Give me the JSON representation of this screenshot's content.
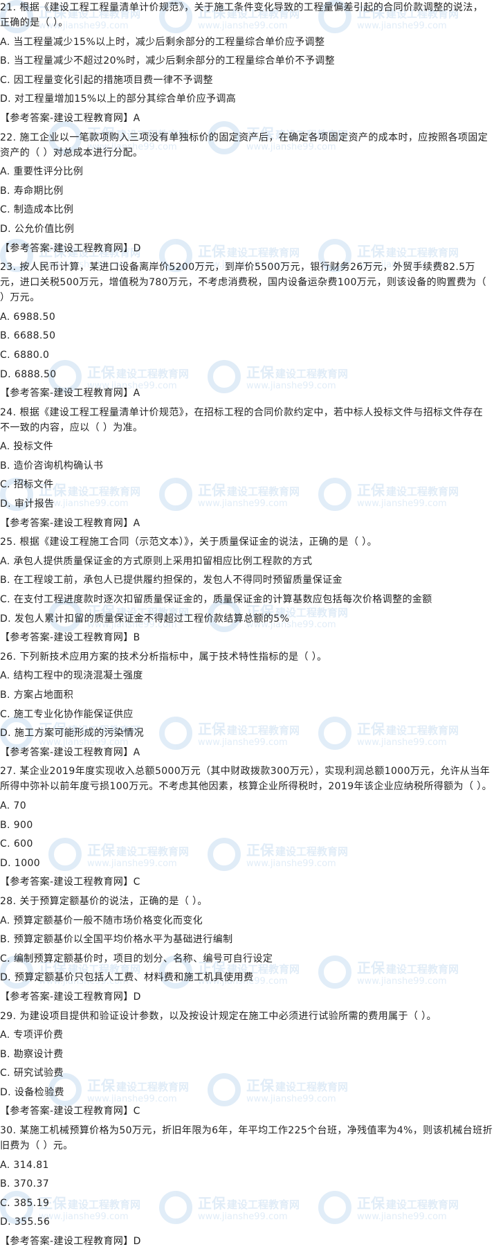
{
  "watermark": {
    "brand": "正保",
    "name": "建设工程教育网",
    "url": "www.jianshe99.com"
  },
  "questions": [
    {
      "stem": "21. 根据《建设工程工程量清单计价规范》，关于施工条件变化导致的工程量偏差引起的合同价款调整的说法，正确的是（ ）。",
      "options": [
        "A. 当工程量减少15%以上时，减少后剩余部分的工程量综合单价应予调整",
        "B. 当工程量减少不超过20%时，减少后剩余部分的工程量综合单价不予调整",
        "C. 因工程量变化引起的措施项目费一律不予调整",
        "D. 对工程量增加15%以上的部分其综合单价应予调高"
      ],
      "answer": "【参考答案-建设工程教育网】A"
    },
    {
      "stem": "22. 施工企业以一笔款项购入三项没有单独标价的固定资产后，在确定各项固定资产的成本时，应按照各项固定资产的（ ）对总成本进行分配。",
      "options": [
        "A. 重要性评分比例",
        "B. 寿命期比例",
        "C. 制造成本比例",
        "D. 公允价值比例"
      ],
      "answer": "【参考答案-建设工程教育网】D"
    },
    {
      "stem": "23. 按人民币计算，某进口设备离岸价5200万元，到岸价5500万元，银行财务26万元，外贸手续费82.5万元，进口关税500万元，增值税为780万元，不考虑消费税，国内设备运杂费100万元，则该设备的购置费为（ ）万元。",
      "options": [
        "A. 6988.50",
        "B. 6688.50",
        "C. 6880.0",
        "D. 6888.50"
      ],
      "answer": "【参考答案-建设工程教育网】A"
    },
    {
      "stem": "24. 根据《建设工程工程量清单计价规范》，在招标工程的合同价款约定中，若中标人投标文件与招标文件存在不一致的内容，应以（ ）为准。",
      "options": [
        "A. 投标文件",
        "B. 造价咨询机构确认书",
        "C. 招标文件",
        "D. 审计报告"
      ],
      "answer": "【参考答案-建设工程教育网】A"
    },
    {
      "stem": "25. 根据《建设工程施工合同（示范文本）》，关于质量保证金的说法，正确的是（ ）。",
      "options": [
        "A. 承包人提供质量保证金的方式原则上采用扣留相应比例工程款的方式",
        "B. 在工程竣工前，承包人已提供履约担保的，发包人不得同时预留质量保证金",
        "C. 在支付工程进度款时逐次扣留质量保证金的，质量保证金的计算基数应包括每次价格调整的金额",
        "D. 发包人累计扣留的质量保证金不得超过工程价款结算总额的5%"
      ],
      "answer": "【参考答案-建设工程教育网】B"
    },
    {
      "stem": "26. 下列新技术应用方案的技术分析指标中，属于技术特性指标的是（ ）。",
      "options": [
        "A. 结构工程中的现浇混凝土强度",
        "B. 方案占地面积",
        "C. 施工专业化协作能保证供应",
        "D. 施工方案可能形成的污染情况"
      ],
      "answer": "【参考答案-建设工程教育网】A"
    },
    {
      "stem": "27. 某企业2019年度实现收入总额5000万元（其中财政拨款300万元），实现利润总额1000万元，允许从当年所得中弥补以前年度亏损100万元。不考虑其他因素，核算企业所得税时，2019年该企业应纳税所得额为（ ）。",
      "options": [
        "A. 70",
        "B. 900",
        "C. 600",
        "D. 1000"
      ],
      "answer": "【参考答案-建设工程教育网】C"
    },
    {
      "stem": "28. 关于预算定额基价的说法，正确的是（ ）。",
      "options": [
        "A. 预算定额基价一般不随市场价格变化而变化",
        "B. 预算定额基价以全国平均价格水平为基础进行编制",
        "C. 编制预算定额基价时，项目的划分、名称、编号可自行设定",
        "D. 预算定额基价只包括人工费、材料费和施工机具使用费"
      ],
      "answer": "【参考答案-建设工程教育网】D"
    },
    {
      "stem": "29. 为建设项目提供和验证设计参数，以及按设计规定在施工中必须进行试验所需的费用属于（ ）。",
      "options": [
        "A. 专项评价费",
        "B. 勘察设计费",
        "C. 研究试验费",
        "D. 设备检验费"
      ],
      "answer": "【参考答案-建设工程教育网】C"
    },
    {
      "stem": "30. 某施工机械预算价格为50万元，折旧年限为6年，年平均工作225个台班，净残值率为4%，则该机械台班折旧费为（ ）元。",
      "options": [
        "A. 314.81",
        "B. 370.37",
        "C. 385.19",
        "D. 355.56"
      ],
      "answer": "【参考答案-建设工程教育网】D"
    }
  ]
}
